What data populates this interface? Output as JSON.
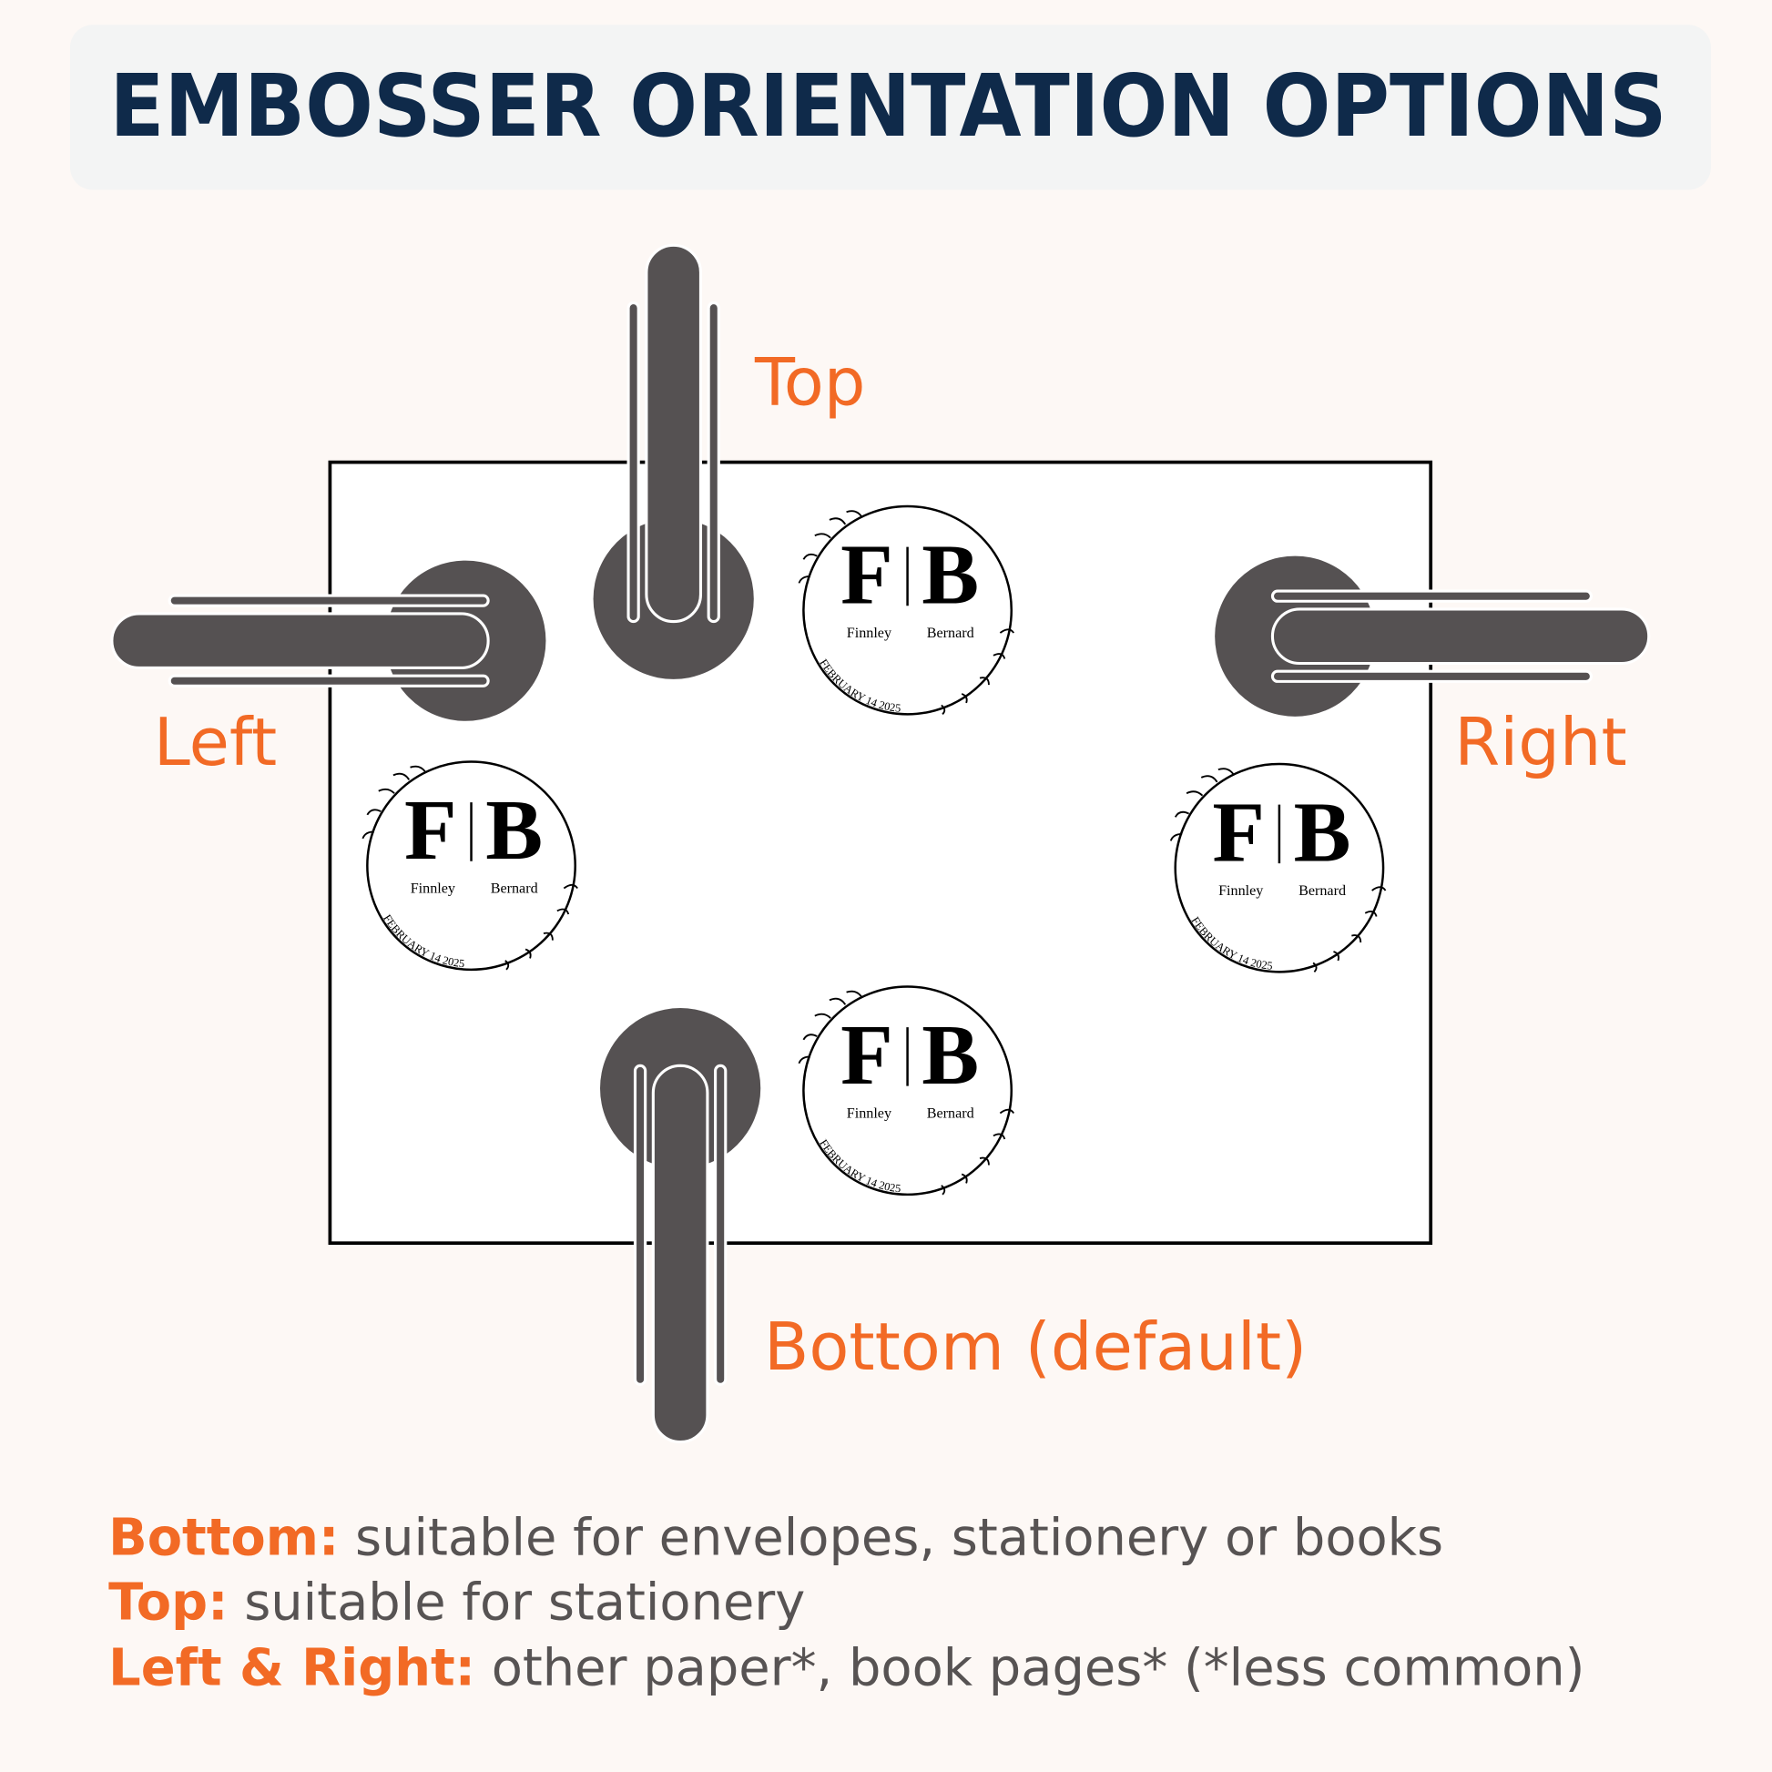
{
  "title": "EMBOSSER ORIENTATION OPTIONS",
  "colors": {
    "background": "#fdf8f5",
    "title": "#0f2a4a",
    "accent": "#f26a25",
    "text": "#575353",
    "embosser": "#555152"
  },
  "labels": {
    "top": "Top",
    "left": "Left",
    "right": "Right",
    "bottom": "Bottom (default)"
  },
  "seal": {
    "initial_1": "F",
    "initial_2": "B",
    "name_1": "Finnley",
    "name_2": "Bernard",
    "date": "FEBRUARY 14 2025"
  },
  "notes": [
    {
      "key": "Bottom:",
      "text": " suitable for envelopes, stationery or books"
    },
    {
      "key": "Top:",
      "text": " suitable for stationery"
    },
    {
      "key": "Left & Right:",
      "text": " other paper*, book pages* (*less common)"
    }
  ]
}
